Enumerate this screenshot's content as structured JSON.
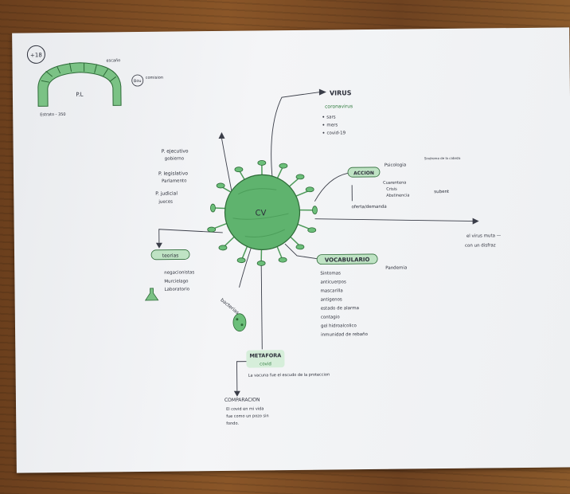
{
  "badge": "+18",
  "arch": {
    "label_inside": "P.L",
    "label_top": "escaño",
    "label_bottom": "Estrato - 350",
    "side_circle": "Bou",
    "side_text": "comision"
  },
  "center": {
    "label": "CV"
  },
  "virus": {
    "title": "VIRUS",
    "subtitle": "coronavirus",
    "items": [
      "sars",
      "mers",
      "covid-19"
    ]
  },
  "powers": {
    "items": [
      {
        "line1": "P. ejecutivo",
        "line2": "gobierno"
      },
      {
        "line1": "P. legislativo",
        "line2": "Parlamento"
      },
      {
        "line1": "P. judicial",
        "line2": "jueces"
      }
    ]
  },
  "accion": {
    "title": "ACCION",
    "psicologia": "Psicologia",
    "sindrome": "Sindrome de la cabeza",
    "items": [
      "Cuarentena",
      "Crisis",
      "Abstinencia"
    ],
    "subent": "subent",
    "oferta": "oferta/demanda"
  },
  "muta": {
    "line1": "el virus muta —",
    "line2": "con un disfraz"
  },
  "teorias": {
    "title": "teorias",
    "items": [
      "negacionistas",
      "Murcielago",
      "Laboratorio"
    ]
  },
  "vocab": {
    "title": "VOCABULARIO",
    "side": "Pandemia",
    "items": [
      "Sintomas",
      "anticuerpos",
      "mascarilla",
      "antigenos",
      "estado de alarma",
      "contagio",
      "gel hidroalcolico",
      "inmunidad de rebaño"
    ]
  },
  "bacterias": {
    "label": "bacterias"
  },
  "metafora": {
    "title": "METAFORA",
    "subtitle": "covid",
    "text": "La vacuna fue el escudo de la proteccion"
  },
  "comparacion": {
    "title": "COMPARACION",
    "lines": [
      "El covid en mi vida",
      "fue como un pozo sin",
      "fondo."
    ]
  }
}
